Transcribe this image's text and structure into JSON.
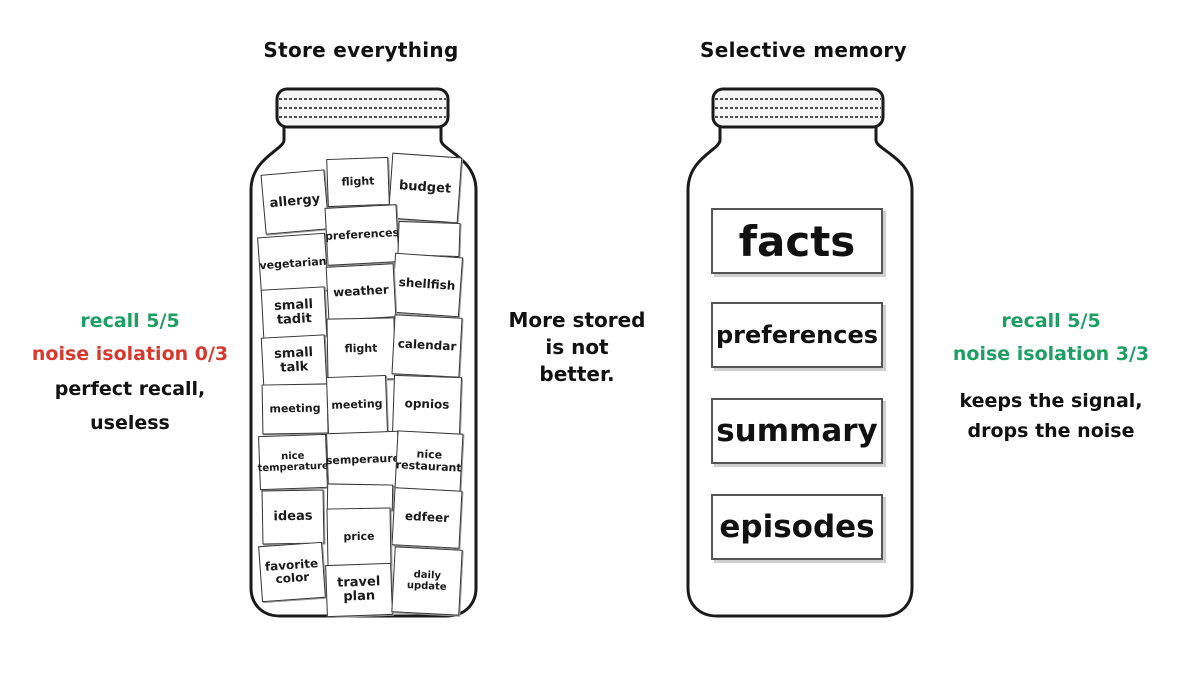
{
  "left": {
    "title": "Store everything",
    "recall": "recall 5/5",
    "noise": "noise isolation 0/3",
    "caption_1": "perfect recall,",
    "caption_2": "useless",
    "notes": [
      "allergy",
      "flight",
      "budget",
      "preferences",
      "vegetarian",
      "shellfish",
      "small tadit",
      "weather",
      "small talk",
      "flight",
      "calendar",
      "meeting",
      "meeting",
      "opnios",
      "nice temperature",
      "semperaure",
      "nice restaurant",
      "ideas",
      "edfeer",
      "price",
      "favorite color",
      "travel plan",
      "daily update"
    ]
  },
  "center": {
    "line_1": "More stored",
    "line_2": "is not",
    "line_3": "better."
  },
  "right": {
    "title": "Selective memory",
    "recall": "recall 5/5",
    "noise": "noise isolation 3/3",
    "caption_1": "keeps the signal,",
    "caption_2": "drops the noise",
    "boxes": [
      "facts",
      "preferences",
      "summary",
      "episodes"
    ]
  },
  "colors": {
    "green": "#1e9e63",
    "red": "#d63a2f",
    "ink": "#111111"
  }
}
